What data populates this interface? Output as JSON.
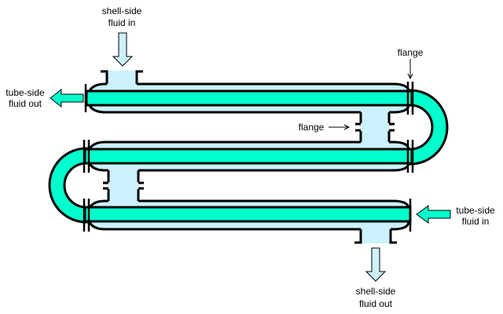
{
  "diagram": {
    "title": "Hairpin double-pipe heat exchanger",
    "colors": {
      "tube_fluid": "#00FFCC",
      "shell_fluid": "#CCF2FF",
      "outline": "#000000",
      "background": "#FFFFFF"
    },
    "labels": {
      "shell_in": [
        "shell-side",
        "fluid in"
      ],
      "shell_out": [
        "shell-side",
        "fluid out"
      ],
      "tube_in": [
        "tube-side",
        "fluid in"
      ],
      "tube_out": [
        "tube-side",
        "fluid out"
      ],
      "flange_top": "flange",
      "flange_middle": "flange"
    },
    "passes": 3,
    "icons": {
      "shell_in_arrow": "arrow-down-icon",
      "shell_out_arrow": "arrow-down-icon",
      "tube_in_arrow": "arrow-left-icon",
      "tube_out_arrow": "arrow-left-icon"
    }
  }
}
